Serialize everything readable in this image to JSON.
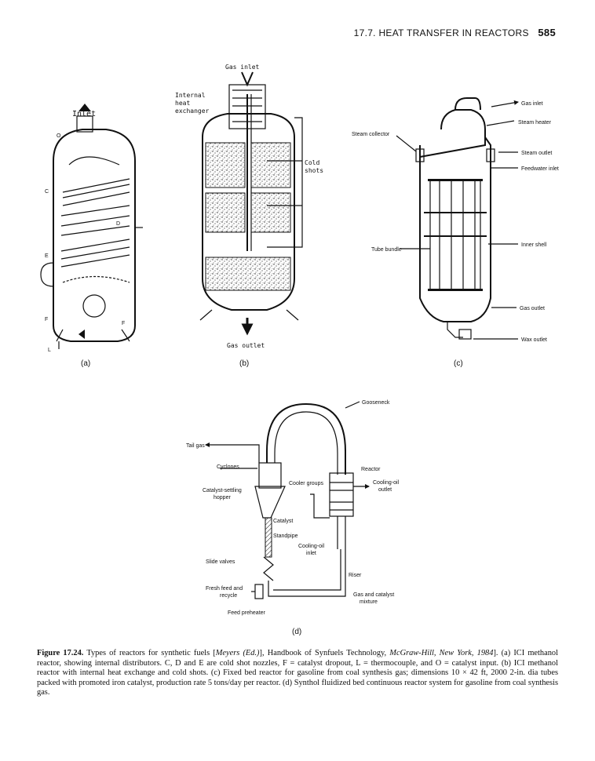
{
  "header": {
    "running_title": "17.7. HEAT TRANSFER IN REACTORS",
    "page_number": "585"
  },
  "fig_a": {
    "sublabel": "(a)",
    "inlet": "Inlet",
    "labels": {
      "O": "O",
      "C": "C",
      "D": "D",
      "E": "E",
      "F_left": "F",
      "F_right": "F",
      "L": "L"
    }
  },
  "fig_b": {
    "sublabel": "(b)",
    "gas_inlet": "Gas inlet",
    "internal_hx": [
      "Internal",
      "heat",
      "exchanger"
    ],
    "cold_shots": [
      "Cold",
      "shots"
    ],
    "gas_outlet": "Gas outlet"
  },
  "fig_c": {
    "sublabel": "(c)",
    "gas_inlet": "Gas inlet",
    "steam_heater": "Steam heater",
    "steam_collector": "Steam collector",
    "steam_outlet": "Steam outlet",
    "feedwater_inlet": "Feedwater inlet",
    "tube_bundle": "Tube bundle",
    "inner_shell": "Inner shell",
    "gas_outlet": "Gas outlet",
    "wax_outlet": "Wax outlet"
  },
  "fig_d": {
    "sublabel": "(d)",
    "gooseneck": "Gooseneck",
    "tail_gas": "Tail gas",
    "cyclones": "Cyclones",
    "reactor": "Reactor",
    "cooler_groups": "Cooler groups",
    "cooling_oil_outlet": [
      "Cooling-oil",
      "outlet"
    ],
    "catalyst_settling_hopper": [
      "Catalyst-settling",
      "hopper"
    ],
    "catalyst": "Catalyst",
    "standpipe": "Standpipe",
    "cooling_oil_inlet": [
      "Cooling-oil",
      "inlet"
    ],
    "slide_valves": "Slide valves",
    "riser": "Riser",
    "fresh_feed": [
      "Fresh feed and",
      "recycle"
    ],
    "gas_catalyst_mixture": [
      "Gas and catalyst",
      "mixture"
    ],
    "feed_preheater": "Feed preheater"
  },
  "caption": {
    "figure_label": "Figure 17.24.",
    "text_1": " Types of reactors for synthetic fuels [",
    "text_2": "Meyers (Ed.)",
    "text_3": "], Handbook of Synfuels Technology, ",
    "text_4": "McGraw-Hill, New York, 1984",
    "text_5": "]. (a) ICI methanol reactor, showing internal distributors. C, D and E are cold shot nozzles, F = catalyst dropout, L = thermocouple, and O = catalyst input. (b) ICI methanol reactor with internal heat exchange and cold shots. (c) Fixed bed reactor for gasoline from coal synthesis gas; dimensions 10 × 42 ft, 2000 2-in. dia tubes packed with promoted iron catalyst, production rate 5 tons/day per reactor. (d) Synthol fluidized bed continuous reactor system for gasoline from coal synthesis gas."
  },
  "colors": {
    "ink": "#111111",
    "paper": "#ffffff"
  }
}
